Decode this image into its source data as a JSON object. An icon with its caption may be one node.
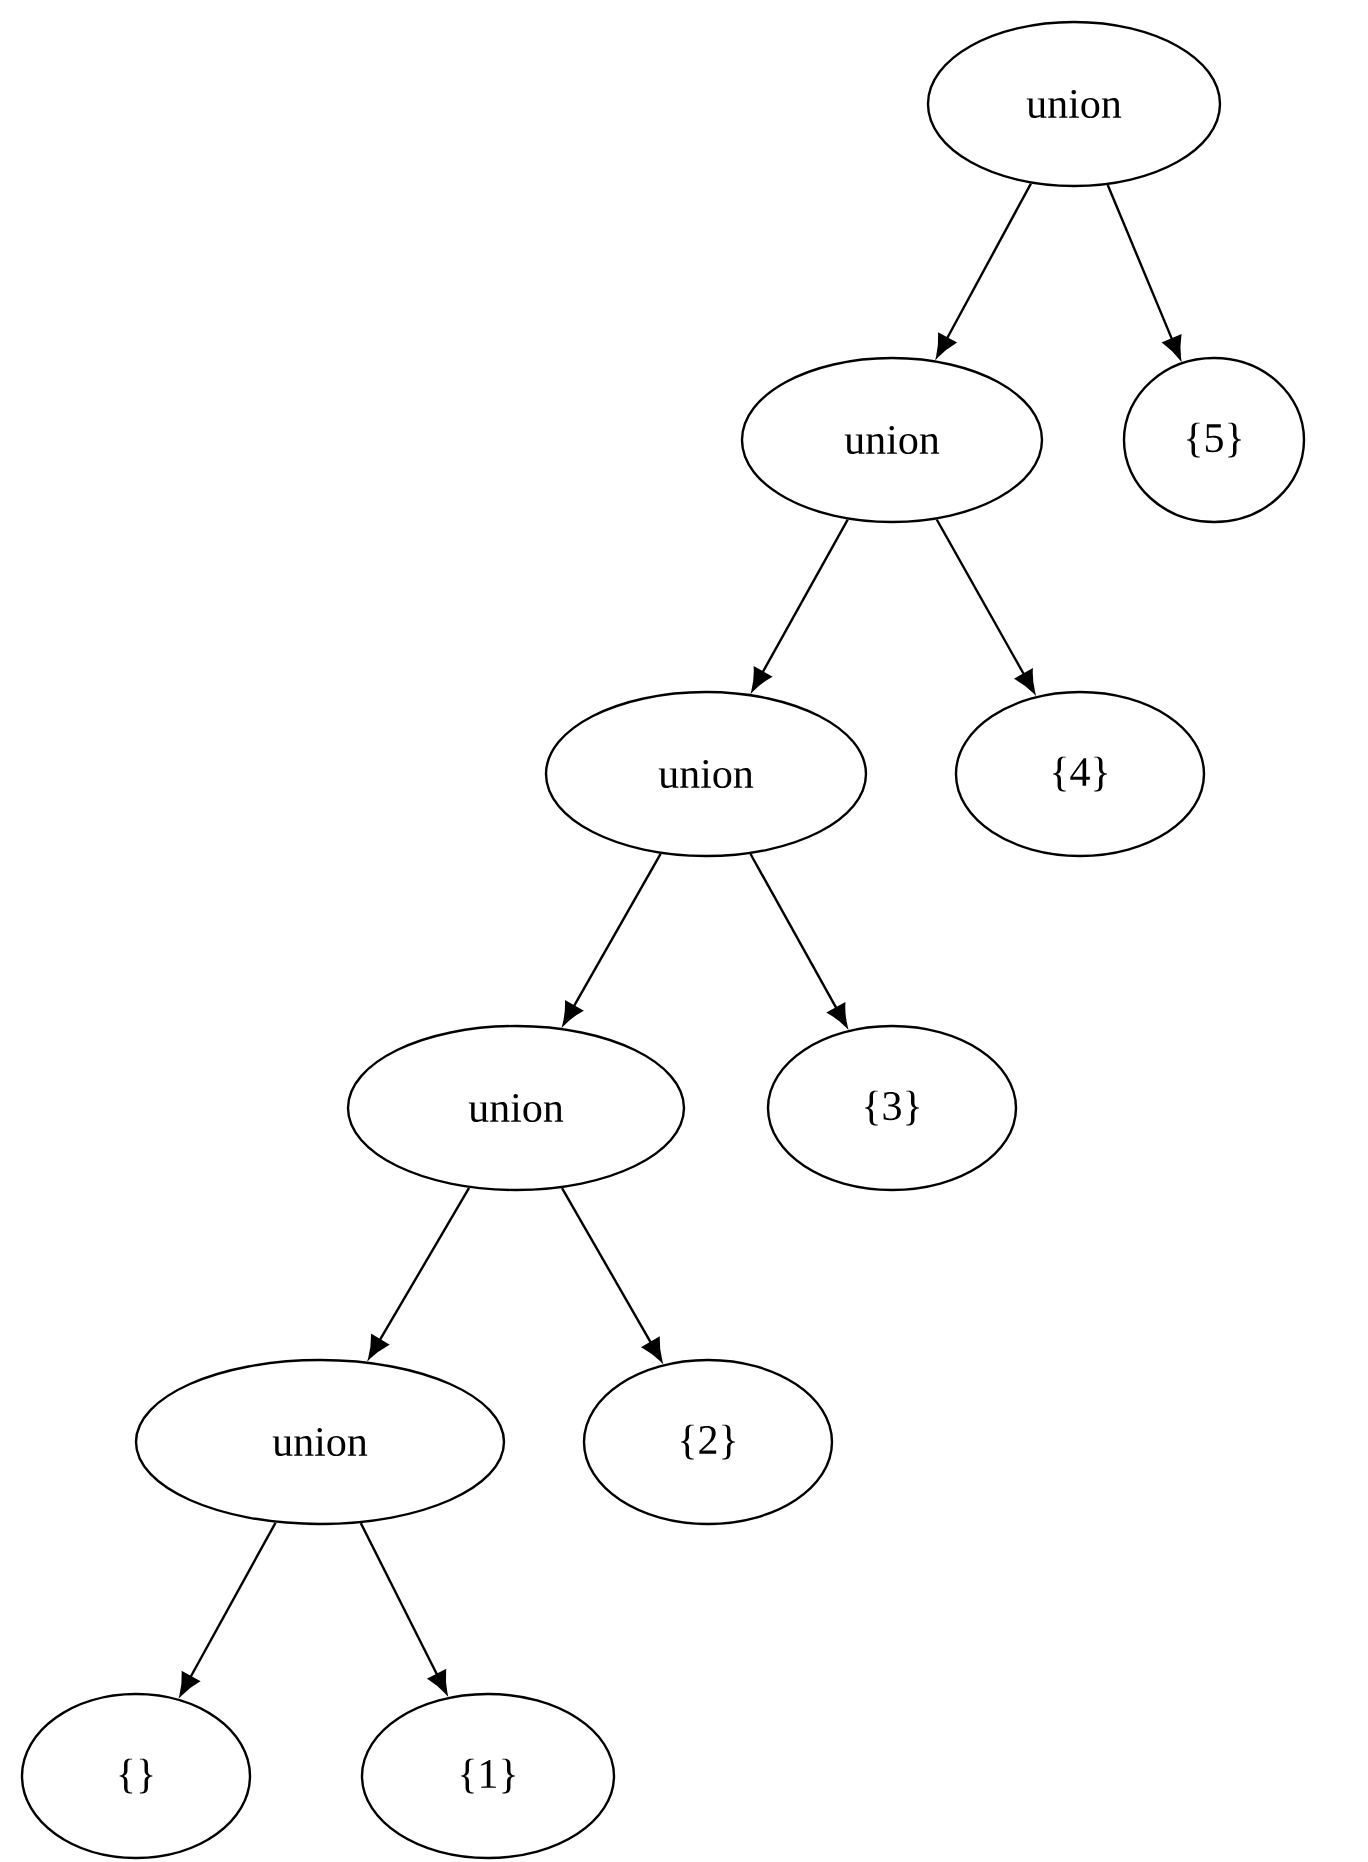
{
  "diagram": {
    "nodes": [
      {
        "text": [
          "union"
        ]
      },
      {
        "text": [
          "union"
        ]
      },
      {
        "text": [
          "{5}"
        ]
      },
      {
        "text": [
          "union"
        ]
      },
      {
        "text": [
          "{4}"
        ]
      },
      {
        "text": [
          "union"
        ]
      },
      {
        "text": [
          "{3}"
        ]
      },
      {
        "text": [
          "union"
        ]
      },
      {
        "text": [
          "{2}"
        ]
      },
      {
        "text": [
          "{}"
        ]
      },
      {
        "text": [
          "{1}"
        ]
      }
    ],
    "edges": [
      {
        "from": 0,
        "to": 1,
        "arrow": "to"
      },
      {
        "from": 0,
        "to": 2,
        "arrow": "to"
      },
      {
        "from": 1,
        "to": 3,
        "arrow": "to"
      },
      {
        "from": 1,
        "to": 4,
        "arrow": "to"
      },
      {
        "from": 3,
        "to": 5,
        "arrow": "to"
      },
      {
        "from": 3,
        "to": 6,
        "arrow": "to"
      },
      {
        "from": 5,
        "to": 7,
        "arrow": "to"
      },
      {
        "from": 5,
        "to": 8,
        "arrow": "to"
      },
      {
        "from": 7,
        "to": 9,
        "arrow": "to"
      },
      {
        "from": 7,
        "to": 10,
        "arrow": "to"
      }
    ]
  }
}
